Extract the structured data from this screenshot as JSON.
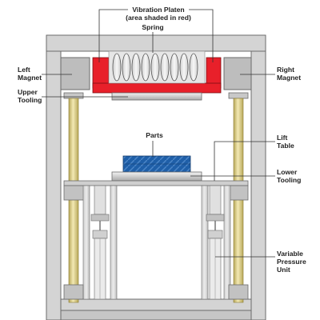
{
  "labels": {
    "vibration_platen_line1": "Vibration Platen",
    "vibration_platen_line2": "(area shaded in red)",
    "spring": "Spring",
    "left_magnet_line1": "Left",
    "left_magnet_line2": "Magnet",
    "right_magnet_line1": "Right",
    "right_magnet_line2": "Magnet",
    "upper_tooling_line1": "Upper",
    "upper_tooling_line2": "Tooling",
    "parts": "Parts",
    "lift_table_line1": "Lift",
    "lift_table_line2": "Table",
    "lower_tooling_line1": "Lower",
    "lower_tooling_line2": "Tooling",
    "variable_pressure_line1": "Variable",
    "variable_pressure_line2": "Pressure",
    "variable_pressure_line3": "Unit"
  },
  "colors": {
    "platen": "#e8202a",
    "frame": "#d4d4d4",
    "frame_stroke": "#6b6b6b",
    "magnet": "#bdbdbd",
    "guide_rod": "#e9dc9a",
    "parts": "#1f5fa8",
    "tooling": "#dcdcdc"
  }
}
